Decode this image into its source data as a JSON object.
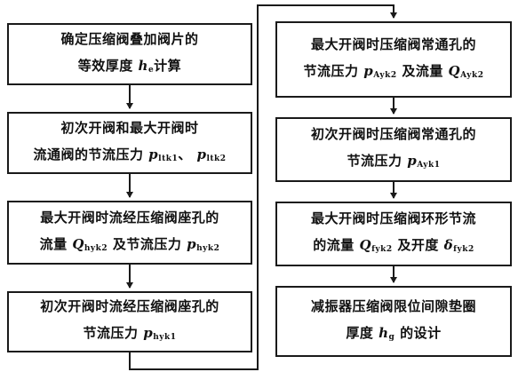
{
  "diagram": {
    "left": [
      {
        "id": "L1",
        "lines": [
          [
            {
              "t": "确定压缩阀叠加阀片的"
            }
          ],
          [
            {
              "t": "等效厚度 "
            },
            {
              "v": "h",
              "s": "e"
            },
            {
              "t": "计算"
            }
          ]
        ]
      },
      {
        "id": "L2",
        "lines": [
          [
            {
              "t": "初次开阀和最大开阀时"
            }
          ],
          [
            {
              "t": "流通阀的节流压力 "
            },
            {
              "v": "p",
              "s": "ltk1"
            },
            {
              "t": "、 "
            },
            {
              "v": "p",
              "s": "ltk2"
            }
          ]
        ]
      },
      {
        "id": "L3",
        "lines": [
          [
            {
              "t": "最大开阀时流经压缩阀座孔的"
            }
          ],
          [
            {
              "t": "流量 "
            },
            {
              "v": "Q",
              "s": "hyk2"
            },
            {
              "t": " 及节流压力 "
            },
            {
              "v": "p",
              "s": "hyk2"
            }
          ]
        ]
      },
      {
        "id": "L4",
        "lines": [
          [
            {
              "t": "初次开阀时流经压缩阀座孔的"
            }
          ],
          [
            {
              "t": "节流压力 "
            },
            {
              "v": "p",
              "s": "hyk1"
            }
          ]
        ]
      }
    ],
    "right": [
      {
        "id": "R1",
        "lines": [
          [
            {
              "t": "最大开阀时压缩阀常通孔的"
            }
          ],
          [
            {
              "t": "节流压力 "
            },
            {
              "v": "p",
              "s": "Ayk2"
            },
            {
              "t": " 及流量 "
            },
            {
              "v": "Q",
              "s": "Ayk2"
            }
          ]
        ]
      },
      {
        "id": "R2",
        "lines": [
          [
            {
              "t": "初次开阀时压缩阀常通孔的"
            }
          ],
          [
            {
              "t": "节流压力 "
            },
            {
              "v": "p",
              "s": "Ayk1"
            }
          ]
        ]
      },
      {
        "id": "R3",
        "lines": [
          [
            {
              "t": "最大开阀时压缩阀环形节流"
            }
          ],
          [
            {
              "t": "的流量 "
            },
            {
              "v": "Q",
              "s": "fyk2"
            },
            {
              "t": " 及开度 "
            },
            {
              "v": "δ",
              "s": "fyk2"
            }
          ]
        ]
      },
      {
        "id": "R4",
        "lines": [
          [
            {
              "t": "减振器压缩阀限位间隙垫圈"
            }
          ],
          [
            {
              "t": "厚度 "
            },
            {
              "v": "h",
              "s": "g"
            },
            {
              "t": " 的设计"
            }
          ]
        ]
      }
    ]
  }
}
